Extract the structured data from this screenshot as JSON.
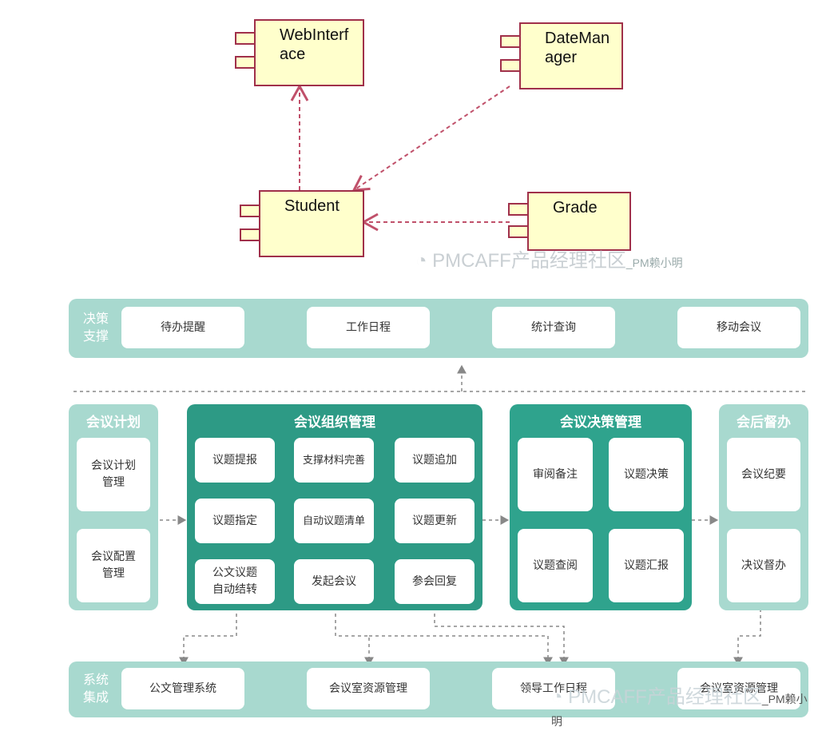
{
  "uml": {
    "components": {
      "webinterface": "WebInterf\nace",
      "datemanager": "DateMan\nager",
      "student": "Student",
      "grade": "Grade"
    },
    "watermark": "PMCAFF产品经理社区",
    "watermark_user": "_PM赖小明"
  },
  "arch": {
    "top_band": {
      "label": "决策\n支撑",
      "items": [
        "待办提醒",
        "工作日程",
        "统计查询",
        "移动会议"
      ]
    },
    "plan": {
      "title": "会议计划",
      "items": [
        "会议计划\n管理",
        "会议配置\n管理"
      ]
    },
    "org": {
      "title": "会议组织管理",
      "col1": [
        "议题提报",
        "议题指定",
        "公文议题\n自动结转"
      ],
      "col2": [
        "支撑材料完善",
        "自动议题清单",
        "发起会议"
      ],
      "col3": [
        "议题追加",
        "议题更新",
        "参会回复"
      ]
    },
    "decision": {
      "title": "会议决策管理",
      "items": [
        "审阅备注",
        "议题决策",
        "议题查阅",
        "议题汇报"
      ]
    },
    "after": {
      "title": "会后督办",
      "items": [
        "会议纪要",
        "决议督办"
      ]
    },
    "bottom_band": {
      "label": "系统\n集成",
      "items": [
        "公文管理系统",
        "会议室资源管理",
        "领导工作日程",
        "会议室资源管理"
      ]
    },
    "watermark": "PMCAFF产品经理社区",
    "watermark_user": "_PM赖小明"
  },
  "colors": {
    "uml_fill": "#ffffcc",
    "uml_border": "#a0304a",
    "band": "#a8d9cf",
    "panel_dark": "#2d9a85",
    "arrow": "#c0506a"
  }
}
